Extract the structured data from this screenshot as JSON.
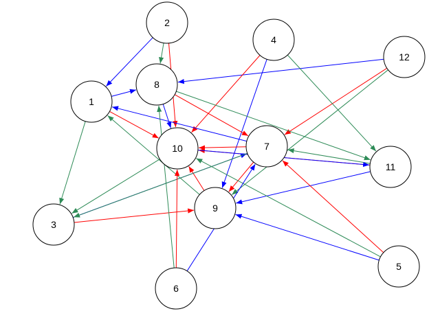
{
  "colors": {
    "blue": "#0000ff",
    "red": "#ff0000",
    "green": "#2e8b57"
  },
  "nodes": [
    {
      "id": "1",
      "label": "1"
    },
    {
      "id": "2",
      "label": "2"
    },
    {
      "id": "3",
      "label": "3"
    },
    {
      "id": "4",
      "label": "4"
    },
    {
      "id": "5",
      "label": "5"
    },
    {
      "id": "6",
      "label": "6"
    },
    {
      "id": "7",
      "label": "7"
    },
    {
      "id": "8",
      "label": "8"
    },
    {
      "id": "9",
      "label": "9"
    },
    {
      "id": "10",
      "label": "10"
    },
    {
      "id": "11",
      "label": "11"
    },
    {
      "id": "12",
      "label": "12"
    }
  ],
  "edges": [
    {
      "from": "2",
      "to": "1",
      "color": "blue"
    },
    {
      "from": "2",
      "to": "8",
      "color": "green"
    },
    {
      "from": "2",
      "to": "10",
      "color": "red"
    },
    {
      "from": "1",
      "to": "8",
      "color": "blue"
    },
    {
      "from": "1",
      "to": "3",
      "color": "green"
    },
    {
      "from": "1",
      "to": "10",
      "color": "red"
    },
    {
      "from": "12",
      "to": "8",
      "color": "blue"
    },
    {
      "from": "12",
      "to": "7",
      "color": "red"
    },
    {
      "from": "12",
      "to": "9",
      "color": "green"
    },
    {
      "from": "4",
      "to": "10",
      "color": "red"
    },
    {
      "from": "4",
      "to": "9",
      "color": "blue"
    },
    {
      "from": "4",
      "to": "11",
      "color": "green"
    },
    {
      "from": "8",
      "to": "10",
      "color": "blue"
    },
    {
      "from": "8",
      "to": "7",
      "color": "red"
    },
    {
      "from": "8",
      "to": "11",
      "color": "green"
    },
    {
      "from": "7",
      "to": "1",
      "color": "blue"
    },
    {
      "from": "7",
      "to": "10",
      "color": "red"
    },
    {
      "from": "7",
      "to": "9",
      "color": "red"
    },
    {
      "from": "11",
      "to": "7",
      "color": "green"
    },
    {
      "from": "11",
      "to": "10",
      "color": "red"
    },
    {
      "from": "11",
      "to": "9",
      "color": "blue"
    },
    {
      "from": "10",
      "to": "11",
      "color": "blue"
    },
    {
      "from": "10",
      "to": "3",
      "color": "green"
    },
    {
      "from": "9",
      "to": "1",
      "color": "green"
    },
    {
      "from": "9",
      "to": "10",
      "color": "red"
    },
    {
      "from": "3",
      "to": "9",
      "color": "red"
    },
    {
      "from": "3",
      "to": "7",
      "color": "blue"
    },
    {
      "from": "7",
      "to": "3",
      "color": "green"
    },
    {
      "from": "5",
      "to": "9",
      "color": "blue"
    },
    {
      "from": "5",
      "to": "7",
      "color": "red"
    },
    {
      "from": "5",
      "to": "10",
      "color": "green"
    },
    {
      "from": "6",
      "to": "8",
      "color": "green"
    },
    {
      "from": "6",
      "to": "10",
      "color": "red"
    },
    {
      "from": "6",
      "to": "7",
      "color": "blue"
    }
  ]
}
